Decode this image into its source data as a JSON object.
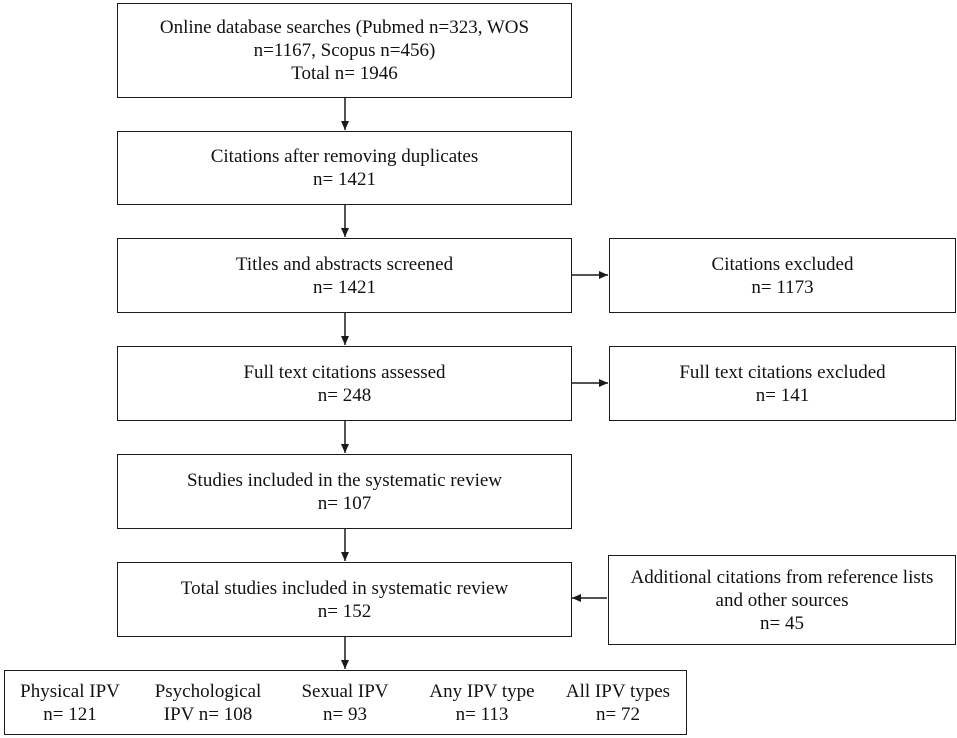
{
  "flowchart": {
    "search": {
      "lines": [
        "Online database searches (Pubmed n=323, WOS",
        "n=1167, Scopus n=456)",
        "Total n= 1946"
      ]
    },
    "dedup": {
      "lines": [
        "Citations after removing duplicates",
        "n= 1421"
      ]
    },
    "screened": {
      "lines": [
        "Titles and abstracts screened",
        "n= 1421"
      ]
    },
    "excluded_citations": {
      "lines": [
        "Citations excluded",
        "n= 1173"
      ]
    },
    "fulltext": {
      "lines": [
        "Full text citations assessed",
        "n= 248"
      ]
    },
    "excluded_fulltext": {
      "lines": [
        "Full text citations excluded",
        "n= 141"
      ]
    },
    "included": {
      "lines": [
        "Studies included in the systematic review",
        "n= 107"
      ]
    },
    "additional": {
      "lines": [
        "Additional citations from reference lists",
        "and other sources",
        "n= 45"
      ]
    },
    "total": {
      "lines": [
        "Total studies included in systematic review",
        "n= 152"
      ]
    },
    "categories": [
      {
        "name": "Physical IPV",
        "count": "n= 121"
      },
      {
        "name": "Psychological",
        "count": "IPV n= 108"
      },
      {
        "name": "Sexual IPV",
        "count": "n= 93"
      },
      {
        "name": "Any IPV type",
        "count": "n= 113"
      },
      {
        "name": "All IPV types",
        "count": "n= 72"
      }
    ]
  }
}
